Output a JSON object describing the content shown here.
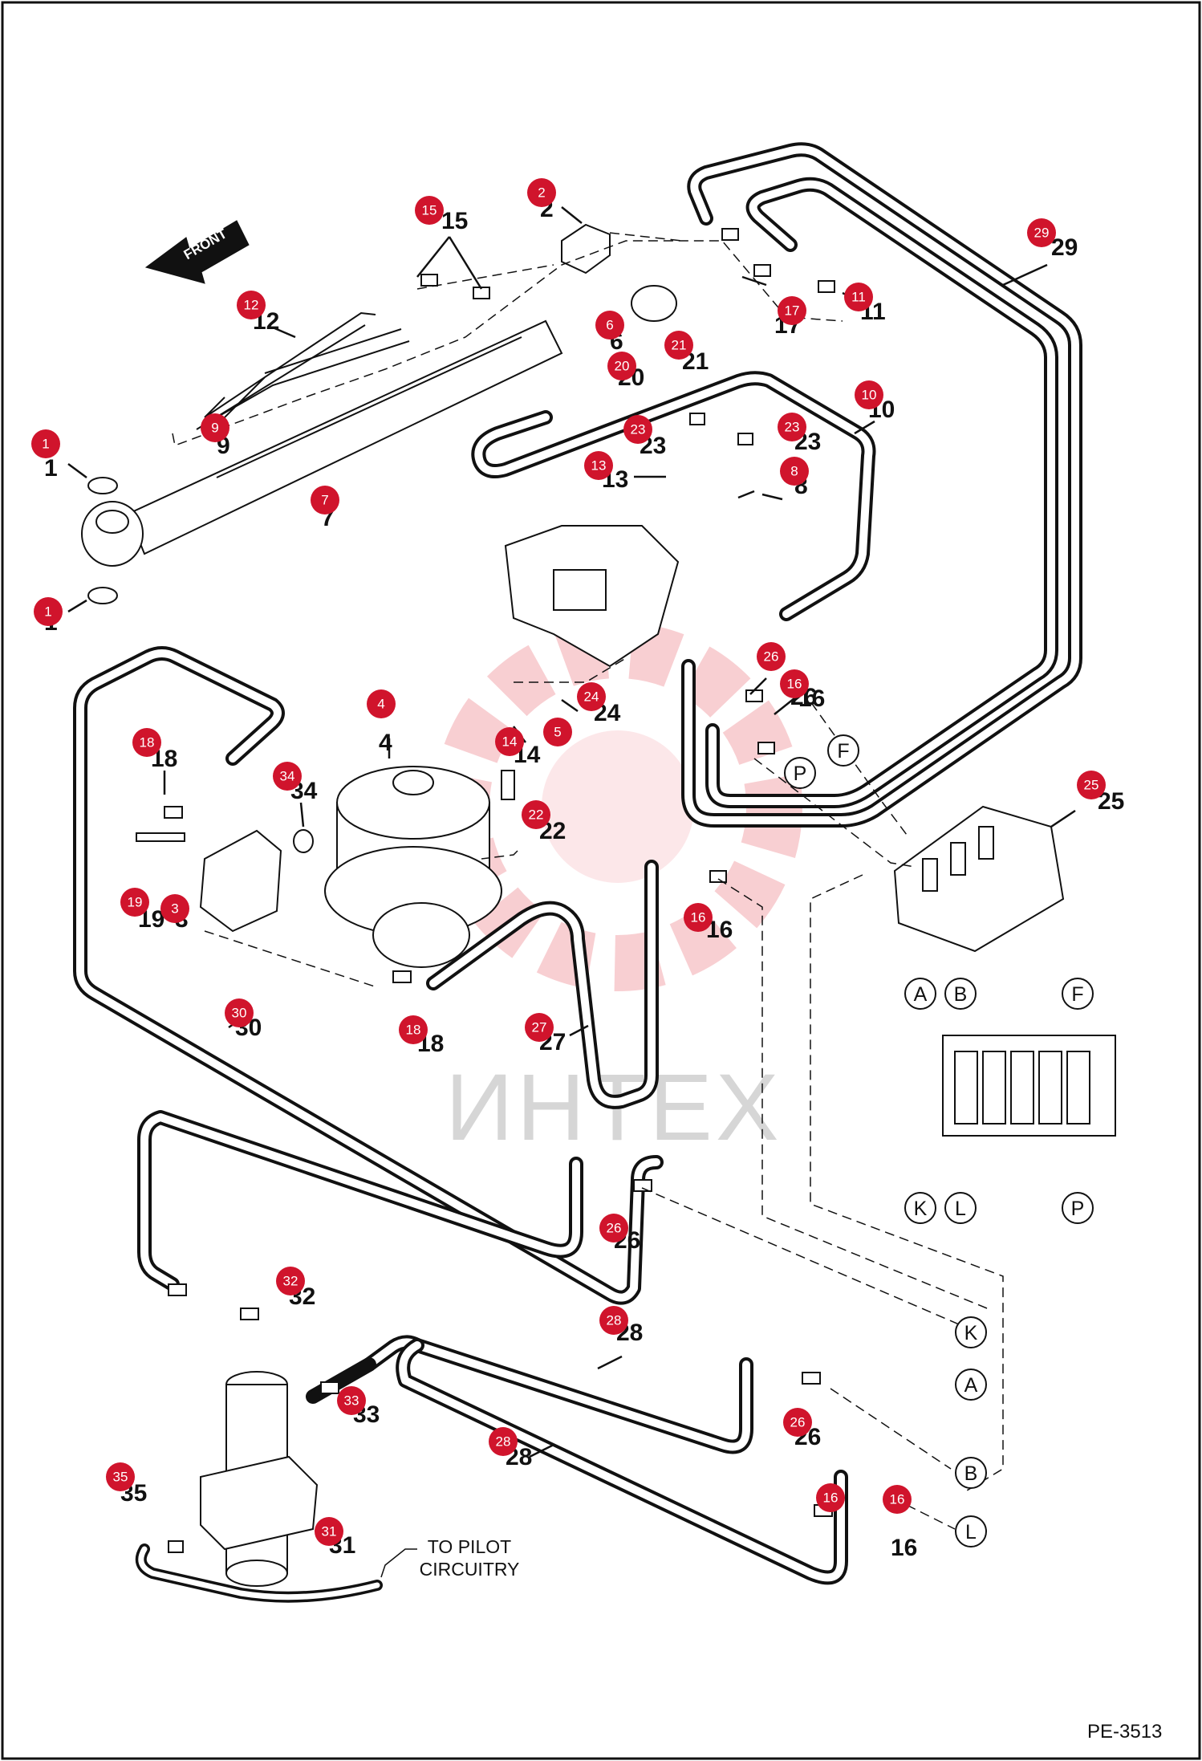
{
  "header": {
    "front_label": "FRONT"
  },
  "watermark": {
    "text": "ИНТЕХ",
    "color": "#d5d5d5",
    "logo_color": "#f7c7ca"
  },
  "page_code": "PE-3513",
  "pilot_note": {
    "line1": "TO PILOT",
    "line2": "CIRCUITRY"
  },
  "colors": {
    "badge": "#d0142c",
    "line": "#111111",
    "hose": "#111111"
  },
  "callouts": [
    {
      "n": "1"
    },
    {
      "n": "1"
    },
    {
      "n": "2"
    },
    {
      "n": "3"
    },
    {
      "n": "4"
    },
    {
      "n": "5"
    },
    {
      "n": "6"
    },
    {
      "n": "7"
    },
    {
      "n": "8"
    },
    {
      "n": "9"
    },
    {
      "n": "10"
    },
    {
      "n": "11"
    },
    {
      "n": "12"
    },
    {
      "n": "13"
    },
    {
      "n": "14"
    },
    {
      "n": "15"
    },
    {
      "n": "16"
    },
    {
      "n": "16"
    },
    {
      "n": "16"
    },
    {
      "n": "17"
    },
    {
      "n": "18"
    },
    {
      "n": "18"
    },
    {
      "n": "19"
    },
    {
      "n": "20"
    },
    {
      "n": "21"
    },
    {
      "n": "22"
    },
    {
      "n": "23"
    },
    {
      "n": "23"
    },
    {
      "n": "24"
    },
    {
      "n": "25"
    },
    {
      "n": "26"
    },
    {
      "n": "26"
    },
    {
      "n": "26"
    },
    {
      "n": "27"
    },
    {
      "n": "28"
    },
    {
      "n": "28"
    },
    {
      "n": "29"
    },
    {
      "n": "30"
    },
    {
      "n": "31"
    },
    {
      "n": "32"
    },
    {
      "n": "33"
    },
    {
      "n": "34"
    },
    {
      "n": "35"
    },
    {
      "n": "16"
    }
  ],
  "ports": [
    {
      "name": "F"
    },
    {
      "name": "P"
    },
    {
      "name": "A"
    },
    {
      "name": "B"
    },
    {
      "name": "F"
    },
    {
      "name": "K"
    },
    {
      "name": "L"
    },
    {
      "name": "P"
    },
    {
      "name": "K"
    },
    {
      "name": "A"
    },
    {
      "name": "B"
    },
    {
      "name": "L"
    }
  ]
}
